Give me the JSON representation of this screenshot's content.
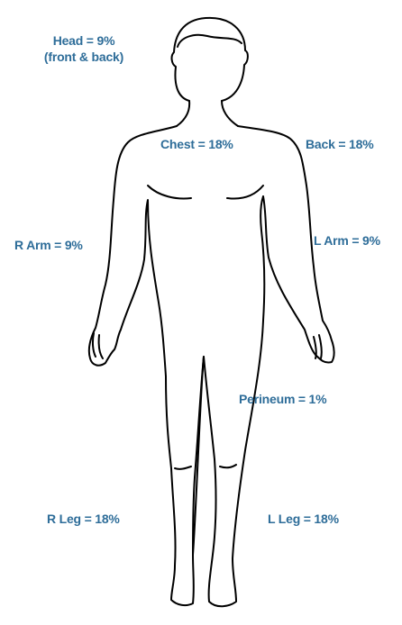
{
  "diagram": {
    "labels": {
      "head_line1": "Head = 9%",
      "head_line2": "(front & back)",
      "chest": "Chest = 18%",
      "back": "Back = 18%",
      "r_arm": "R Arm = 9%",
      "l_arm": "L Arm = 9%",
      "perineum": "Perineum = 1%",
      "r_leg": "R Leg = 18%",
      "l_leg": "L Leg = 18%"
    },
    "colors": {
      "label": "#2e6d99",
      "outline": "#000000",
      "background": "#ffffff"
    }
  }
}
